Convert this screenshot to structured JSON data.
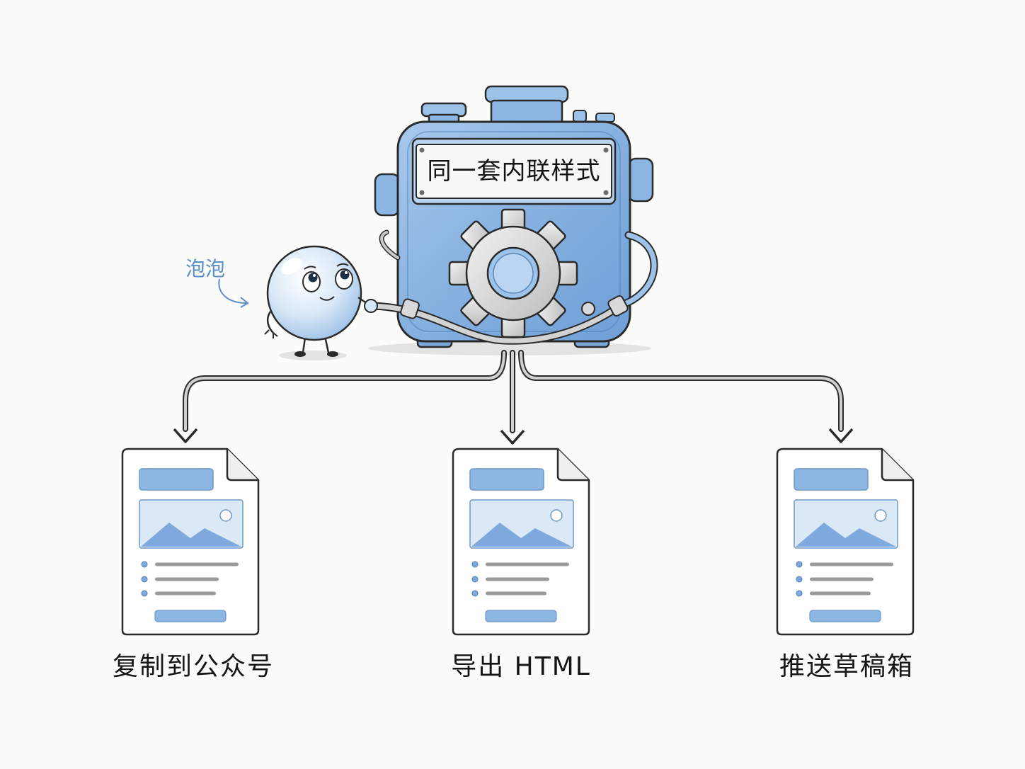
{
  "machine": {
    "label": "同一套内联样式",
    "icon": "gear-icon"
  },
  "mascot": {
    "name": "泡泡",
    "icon": "bubble-character-icon"
  },
  "outputs": [
    {
      "label": "复制到公众号",
      "icon": "document-icon"
    },
    {
      "label": "导出 HTML",
      "icon": "document-icon"
    },
    {
      "label": "推送草稿箱",
      "icon": "document-icon"
    }
  ],
  "colors": {
    "machine_blue": "#8db6e3",
    "accent_blue": "#5b8fc8",
    "ink": "#2a2a2a",
    "paper": "#fbfbfa"
  }
}
